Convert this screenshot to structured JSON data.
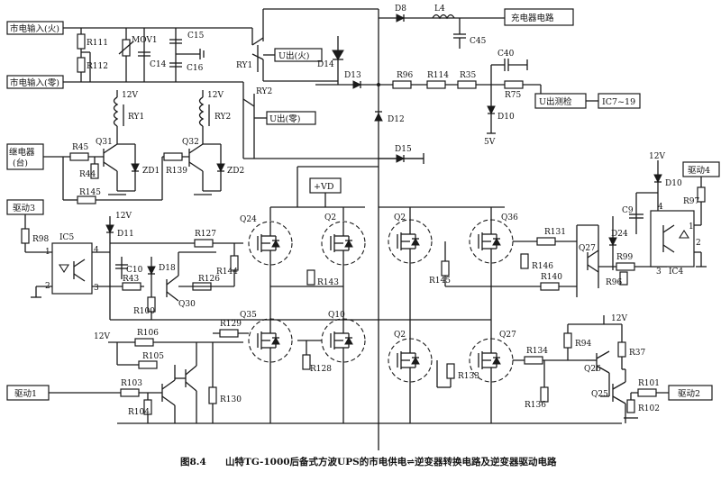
{
  "boxes": {
    "mains_live": "市电输入(火)",
    "mains_neutral": "市电输入(零)",
    "relay_ctrl": "继电器",
    "relay_ctrl_sub": "(台)",
    "drive3": "驱动3",
    "drive1": "驱动1",
    "drive2": "驱动2",
    "drive4": "驱动4",
    "charger": "充电器电路",
    "u_out_live": "U出(火)",
    "u_out_neutral": "U出(零)",
    "u_out_detect": "U出测检",
    "ic_ref": "IC7~19",
    "vd": "+VD"
  },
  "labels": {
    "r111": "R111",
    "r112": "R112",
    "mov1": "MOV1",
    "c14": "C14",
    "c15": "C15",
    "c16": "C16",
    "ry1_sw": "RY1",
    "ry2_sw": "RY2",
    "ry1": "RY1",
    "ry2": "RY2",
    "d14": "D14",
    "d13": "D13",
    "d12": "D12",
    "d15": "D15",
    "d8": "D8",
    "l4": "L4",
    "c45": "C45",
    "r96a": "R96",
    "r114": "R114",
    "r35": "R35",
    "c40": "C40",
    "r75": "R75",
    "d10a": "D10",
    "v5": "5V",
    "v12a": "12V",
    "v12b": "12V",
    "q31": "Q31",
    "q32": "Q32",
    "r45": "R45",
    "r44": "R44",
    "zd1": "ZD1",
    "r139": "R139",
    "zd2": "ZD2",
    "r145a": "R145",
    "v12c": "12V",
    "d11": "D11",
    "r98": "R98",
    "ic5": "IC5",
    "pin4a": "4",
    "pin2a": "2",
    "pin1a": "1",
    "pin3a": "3",
    "c10": "C10",
    "d18": "D18",
    "r43": "R43",
    "r127": "R127",
    "r126": "R126",
    "q30": "Q30",
    "r100": "R100",
    "q24": "Q24",
    "q2a": "Q2",
    "r144": "R144",
    "r143": "R143",
    "q_r1": "Q2",
    "q36": "Q36",
    "r145b": "R145",
    "r131": "R131",
    "r146": "R146",
    "r140": "R140",
    "q27a": "Q27",
    "d24": "D24",
    "c9": "C9",
    "r99": "R99",
    "r96b": "R96",
    "v12d": "12V",
    "d10b": "D10",
    "r97": "R97",
    "ic4": "IC4",
    "pin4b": "4",
    "pin1b": "1",
    "pin2b": "2",
    "pin3b": "3",
    "v12e": "12V",
    "r106": "R106",
    "r105": "R105",
    "r103": "R103",
    "r104": "R104",
    "r130": "R130",
    "q35": "Q35",
    "q10": "Q10",
    "r129": "R129",
    "r128": "R128",
    "q_r2": "Q2",
    "q27b": "Q27",
    "r133": "R133",
    "r134": "R134",
    "r136": "R136",
    "v12f": "12V",
    "r94": "R94",
    "r37": "R37",
    "q26": "Q26",
    "q25": "Q25",
    "r101": "R101",
    "r102": "R102"
  },
  "caption": {
    "fig": "图8.4",
    "text": "山特TG-1000后备式方波UPS的市电供电⇌逆变器转换电路及逆变器驱动电路"
  }
}
